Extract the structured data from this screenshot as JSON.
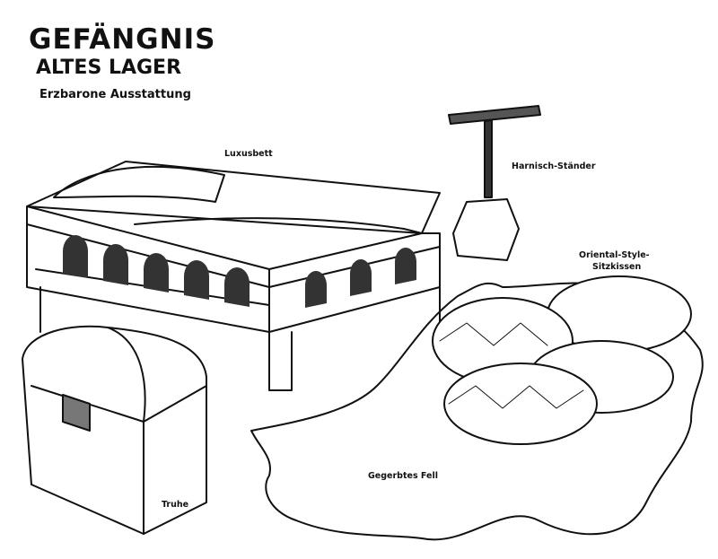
{
  "header": {
    "title": "GEFÄNGNIS",
    "subtitle": "ALTES LAGER",
    "caption": "Erzbarone Ausstattung"
  },
  "labels": {
    "bed": "Luxusbett",
    "armor_stand": "Harnisch-Ständer",
    "cushions_line1": "Oriental-Style-",
    "cushions_line2": "Sitzkissen",
    "fur": "Gegerbtes Fell",
    "chest": "Truhe"
  }
}
